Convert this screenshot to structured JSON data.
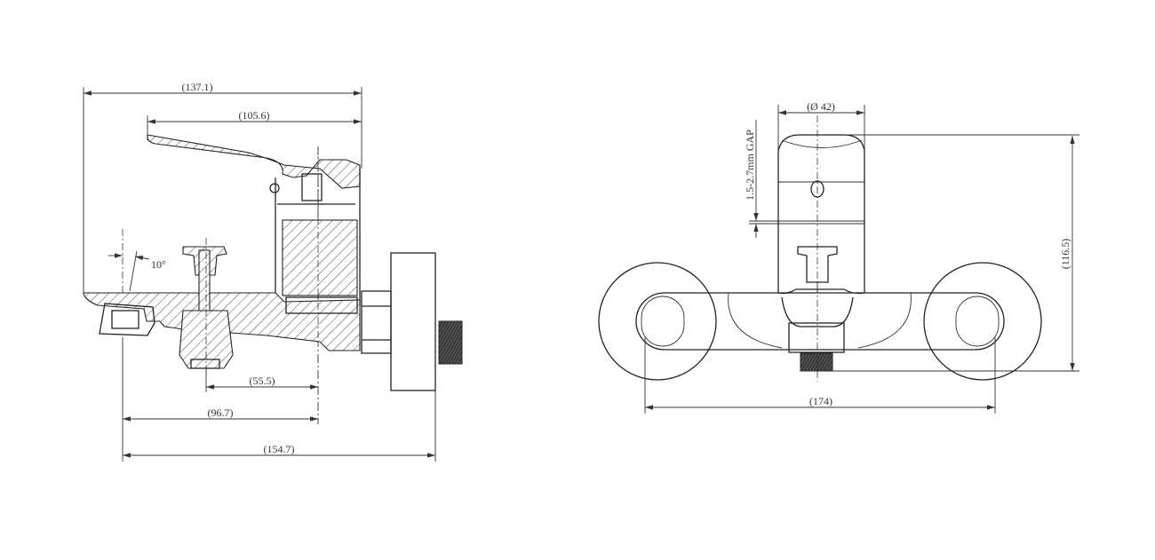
{
  "side_view": {
    "dim_overall_length": "(137.1)",
    "dim_handle_length": "(105.6)",
    "dim_angle": "10°",
    "dim_diverter_offset": "(55.5)",
    "dim_spout_to_axis": "(96.7)",
    "dim_total_depth": "(154.7)"
  },
  "front_view": {
    "dim_handle_diameter": "(Ø 42)",
    "dim_gap": "1.5-2.7mm GAP",
    "dim_height": "(116.5)",
    "dim_centers": "(174)"
  },
  "colors": {
    "line": "#333333",
    "background": "#ffffff"
  }
}
